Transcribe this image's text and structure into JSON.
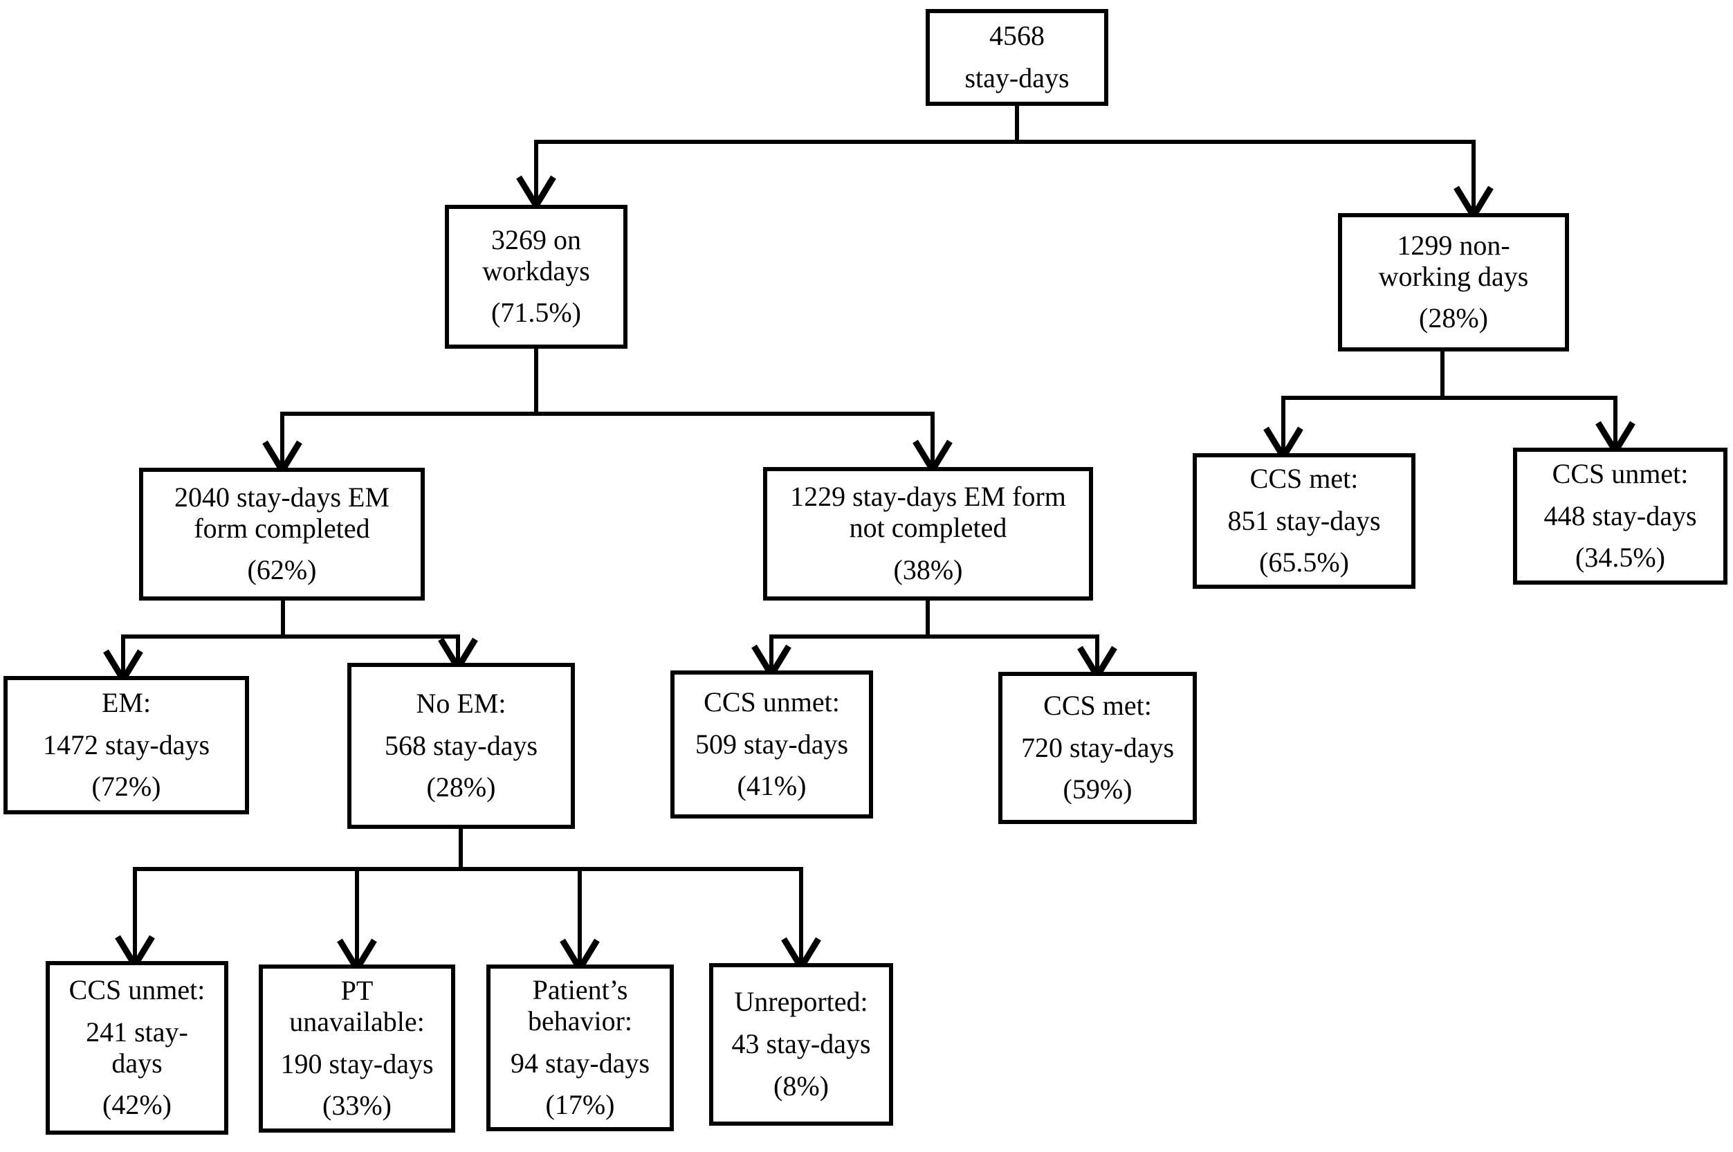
{
  "title": "Stay-days flowchart",
  "colors": {
    "background": "#ffffff",
    "box_border": "#000000",
    "text": "#000000",
    "connector_line": "#000000"
  },
  "diagram": {
    "boxes": [
      {
        "id": "total",
        "name": "box-total-stay-days",
        "paragraphs": [
          [
            "4568"
          ],
          [
            "stay-days"
          ]
        ]
      },
      {
        "id": "workdays",
        "name": "box-on-workdays",
        "paragraphs": [
          [
            "3269 on",
            "workdays"
          ],
          [
            "(71.5%)"
          ]
        ]
      },
      {
        "id": "nonworking",
        "name": "box-non-working-days",
        "paragraphs": [
          [
            "1299 non-",
            "working days"
          ],
          [
            "(28%)"
          ]
        ]
      },
      {
        "id": "em_completed",
        "name": "box-em-form-completed",
        "paragraphs": [
          [
            "2040 stay-days EM",
            "form completed"
          ],
          [
            "(62%)"
          ]
        ]
      },
      {
        "id": "em_not_completed",
        "name": "box-em-form-not-completed",
        "paragraphs": [
          [
            "1229 stay-days EM form",
            "not completed"
          ],
          [
            "(38%)"
          ]
        ]
      },
      {
        "id": "ccs_met_851",
        "name": "box-ccs-met-851",
        "paragraphs": [
          [
            "CCS met:"
          ],
          [
            "851 stay-days"
          ],
          [
            "(65.5%)"
          ]
        ]
      },
      {
        "id": "ccs_unmet_448",
        "name": "box-ccs-unmet-448",
        "paragraphs": [
          [
            "CCS unmet:"
          ],
          [
            "448 stay-days"
          ],
          [
            "(34.5%)"
          ]
        ]
      },
      {
        "id": "em_1472",
        "name": "box-em-1472",
        "paragraphs": [
          [
            "EM:"
          ],
          [
            "1472 stay-days"
          ],
          [
            "(72%)"
          ]
        ]
      },
      {
        "id": "no_em_568",
        "name": "box-no-em-568",
        "paragraphs": [
          [
            "No EM:"
          ],
          [
            "568 stay-days"
          ],
          [
            "(28%)"
          ]
        ]
      },
      {
        "id": "ccs_unmet_509",
        "name": "box-ccs-unmet-509",
        "paragraphs": [
          [
            "CCS unmet:"
          ],
          [
            "509 stay-days"
          ],
          [
            "(41%)"
          ]
        ]
      },
      {
        "id": "ccs_met_720",
        "name": "box-ccs-met-720",
        "paragraphs": [
          [
            "CCS met:"
          ],
          [
            "720 stay-days"
          ],
          [
            "(59%)"
          ]
        ]
      },
      {
        "id": "ccs_unmet_241",
        "name": "box-ccs-unmet-241",
        "paragraphs": [
          [
            "CCS unmet:"
          ],
          [
            "241 stay-",
            "days"
          ],
          [
            "(42%)"
          ]
        ]
      },
      {
        "id": "pt_unavailable",
        "name": "box-pt-unavailable",
        "paragraphs": [
          [
            "PT",
            "unavailable:"
          ],
          [
            "190 stay-days"
          ],
          [
            "(33%)"
          ]
        ]
      },
      {
        "id": "patients_behavior",
        "name": "box-patients-behavior",
        "paragraphs": [
          [
            "Patient’s",
            "behavior:"
          ],
          [
            "94 stay-days"
          ],
          [
            "(17%)"
          ]
        ]
      },
      {
        "id": "unreported",
        "name": "box-unreported",
        "paragraphs": [
          [
            "Unreported:"
          ],
          [
            "43 stay-days"
          ],
          [
            "(8%)"
          ]
        ]
      }
    ]
  }
}
